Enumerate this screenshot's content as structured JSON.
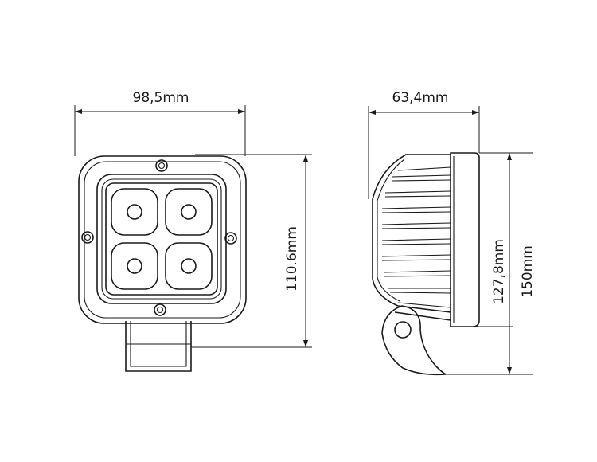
{
  "dimensions": {
    "front_width": "98,5mm",
    "front_height": "110.6mm",
    "side_depth": "63,4mm",
    "side_height_body": "127,8mm",
    "side_height_total": "150mm"
  },
  "colors": {
    "line": "#1a1a1a",
    "background": "#ffffff"
  }
}
